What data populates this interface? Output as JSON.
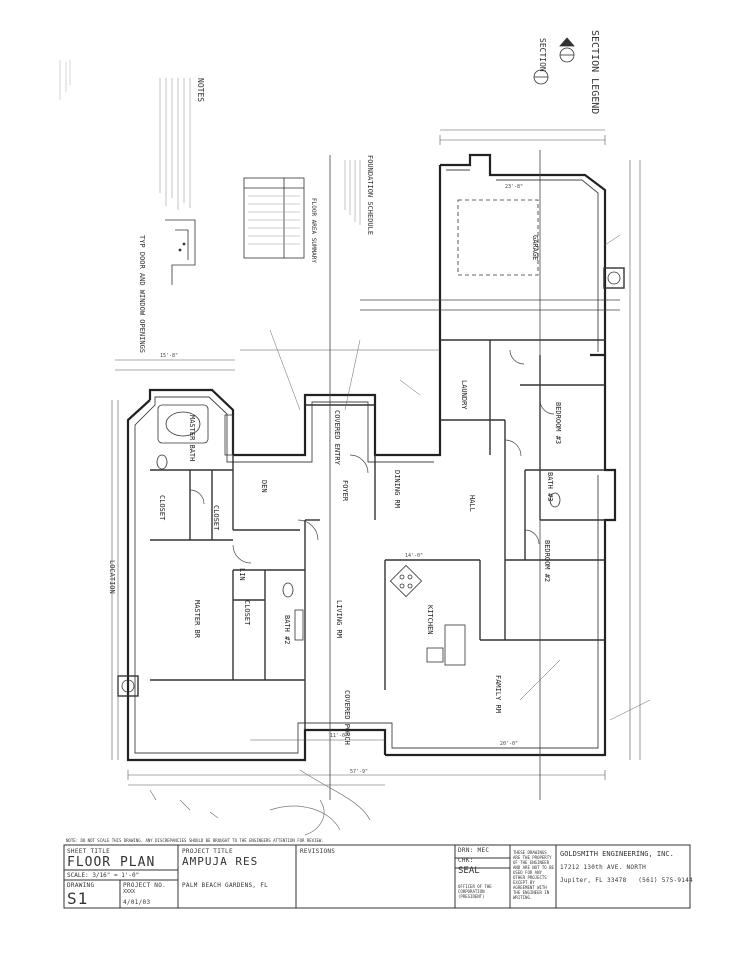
{
  "title_block": {
    "sheet_title_label": "SHEET TITLE",
    "sheet_title": "FLOOR PLAN",
    "scale_label": "SCALE:",
    "scale_value": "3/16\" = 1'-0\"",
    "drawing_label": "DRAWING",
    "project_no_label": "PROJECT NO.",
    "project_no": "XXXX",
    "sheet_number": "S1",
    "date": "4/01/03",
    "project_title_label": "PROJECT TITLE",
    "project_title": "AMPUJA RES",
    "location": "PALM BEACH GARDENS, FL",
    "revisions_label": "REVISIONS",
    "drn_label": "DRN: MEC",
    "chk_label": "CHK:",
    "seal_label": "SEAL",
    "seal_note": "THESE DRAWINGS ARE THE PROPERTY OF THE ENGINEER AND ARE NOT TO BE USED FOR ANY OTHER PROJECTS EXCEPT BY AGREEMENT WITH THE ENGINEER IN WRITING.",
    "officer_note": "OFFICER OF THE CORPORATION (PRESIDENT)",
    "firm_name": "GOLDSMITH ENGINEERING, INC.",
    "firm_address": "17212 130th AVE. NORTH",
    "firm_city": "Jupiter, FL 33478",
    "firm_phone": "(561) 575-9144",
    "top_note": "NOTE: DO NOT SCALE THIS DRAWING. ANY DISCREPANCIES SHOULD BE BROUGHT TO THE ENGINEERS ATTENTION FOR REVIEW."
  },
  "rooms": {
    "master_bath": "MASTER BATH",
    "master_br": "MASTER BR",
    "closet_1": "CLOSET",
    "closet_2": "CLOSET",
    "closet_3": "CLOSET",
    "den": "DEN",
    "foyer": "FOYER",
    "covered_entry": "COVERED ENTRY",
    "living_rm": "LIVING RM",
    "bath_2": "BATH #2",
    "bath_3": "BATH #3",
    "lin": "LIN",
    "dining_rm": "DINING RM",
    "kitchen": "KITCHEN",
    "laundry": "LAUNDRY",
    "hall": "HALL",
    "bedroom_3": "BEDROOM #3",
    "bedroom_2": "BEDROOM #2",
    "family_rm": "FAMILY RM",
    "garage": "GARAGE",
    "covered_porch": "COVERED PORCH"
  },
  "legends": {
    "section_legend": "SECTION LEGEND",
    "section": "SECTION",
    "notes": "NOTES",
    "foundation_schedule": "FOUNDATION SCHEDULE",
    "floor_area_summary": "FLOOR AREA SUMMARY",
    "typ_door_window": "TYP DOOR AND WINDOW OPENINGS",
    "location": "LOCATION"
  },
  "dimensions": {
    "overall_bottom": "57'-9\"",
    "garage_width": "23'-8\"",
    "master_width": "15'-8\"",
    "family_width": "20'-0\"",
    "kitchen_dim": "14'-0\"",
    "porch_dim": "11'-0\""
  }
}
